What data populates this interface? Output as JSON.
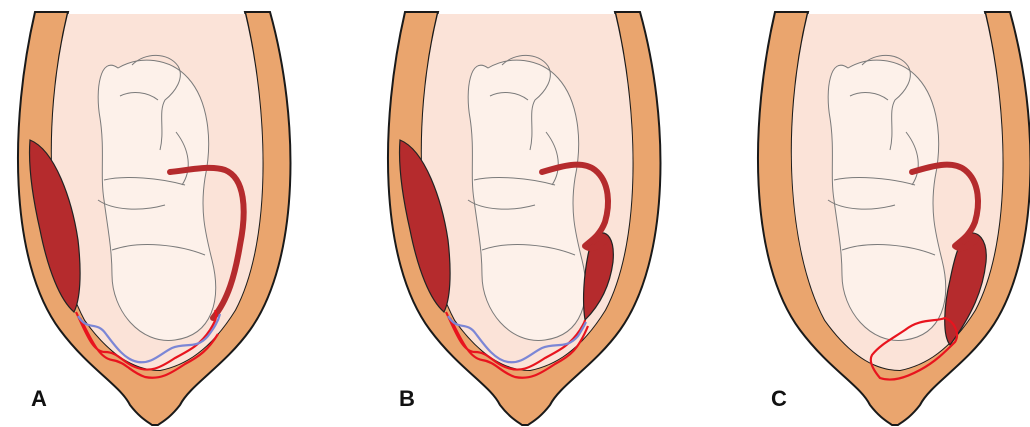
{
  "panels": [
    {
      "label": "A"
    },
    {
      "label": "B"
    },
    {
      "label": "C"
    }
  ],
  "colors": {
    "uterine_wall": "#eaa56e",
    "cavity": "#fbe3d8",
    "fetus": "#fdf1ea",
    "placenta": "#b52b2d",
    "cord": "#b52b2d",
    "artery": "#e8141e",
    "vein": "#7b86d6"
  }
}
